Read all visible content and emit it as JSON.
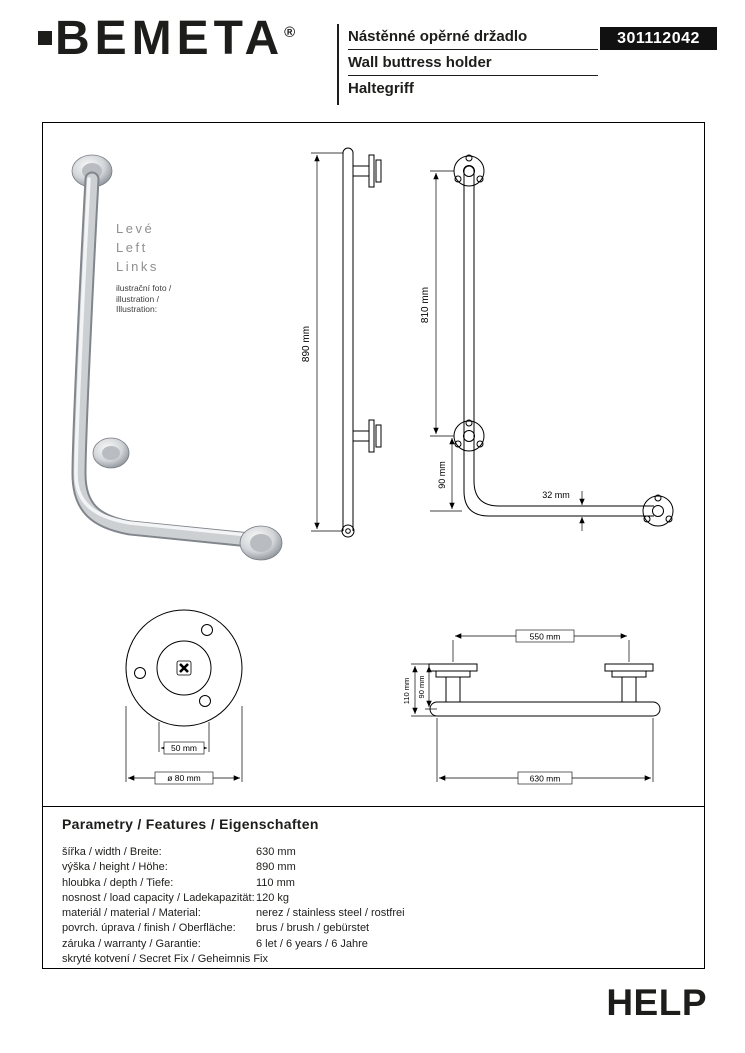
{
  "header": {
    "logo_text": "BEMETA",
    "registered_mark": "®",
    "titles": [
      "Nástěnné opěrné držadlo",
      "Wall buttress holder",
      "Haltegriff"
    ],
    "product_code": "301112042"
  },
  "illustration": {
    "orientation_lines": [
      "Levé",
      "Left",
      "Links"
    ],
    "caption_lines": [
      "ilustrační foto /",
      "illustration /",
      "Illustration:"
    ]
  },
  "dimensions": {
    "side_height": "890 mm",
    "front_upper": "810 mm",
    "front_lower": "90 mm",
    "tube_diameter": "32 mm",
    "flange_holes_pitch": "50 mm",
    "flange_diameter": "ø 80 mm",
    "top_mount_spacing": "550 mm",
    "top_depth": "110 mm",
    "top_wall_offset": "90 mm",
    "top_width": "630 mm"
  },
  "parameters": {
    "heading": "Parametry / Features / Eigenschaften",
    "rows": [
      {
        "label": "šířka / width / Breite:",
        "value": "630 mm"
      },
      {
        "label": "výška / height / Höhe:",
        "value": "890 mm"
      },
      {
        "label": "hloubka / depth / Tiefe:",
        "value": "110 mm"
      },
      {
        "label": "nosnost / load capacity / Ladekapazität:",
        "value": "120 kg"
      },
      {
        "label": "materiál / material / Material:",
        "value": "nerez / stainless steel / rostfrei"
      },
      {
        "label": "povrch. úprava / finish / Oberfläche:",
        "value": "brus / brush / gebürstet"
      },
      {
        "label": "záruka / warranty / Garantie:",
        "value": "6 let / 6 years / 6 Jahre"
      },
      {
        "label": "skryté kotvení / Secret Fix / Geheimnis Fix",
        "value": ""
      }
    ]
  },
  "footer": {
    "brand_line": "HELP"
  },
  "colors": {
    "badge_bg": "#111111",
    "badge_text": "#ffffff",
    "line": "#000000",
    "muted_text": "#8f8f8f",
    "chrome_light": "#f2f3f4",
    "chrome_dark": "#81868c"
  }
}
